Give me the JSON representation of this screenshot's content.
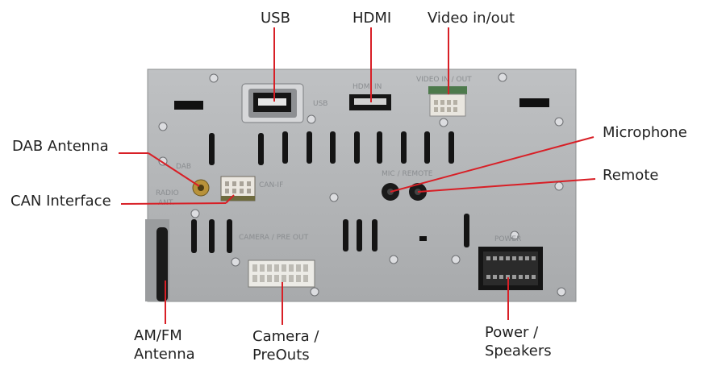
{
  "callouts": {
    "usb": "USB",
    "hdmi": "HDMI",
    "video": "Video in/out",
    "dab": "DAB Antenna",
    "can": "CAN Interface",
    "microphone": "Microphone",
    "remote": "Remote",
    "amfm_line1": "AM/FM",
    "amfm_line2": "Antenna",
    "camera_line1": "Camera /",
    "camera_line2": "PreOuts",
    "power_line1": "Power /",
    "power_line2": "Speakers"
  },
  "panel_labels": {
    "usb": "USB",
    "hdmi": "HDMI IN",
    "video": "VIDEO IN / OUT",
    "dab": "DAB",
    "can": "CAN-IF",
    "radio1": "RADIO",
    "radio2": "ANT.",
    "mic": "MIC  / REMOTE",
    "camera": "CAMERA / PRE OUT",
    "power": "POWER"
  },
  "colors": {
    "panel": "#b3b5b7",
    "leader": "#d81f26",
    "text": "#222222"
  }
}
